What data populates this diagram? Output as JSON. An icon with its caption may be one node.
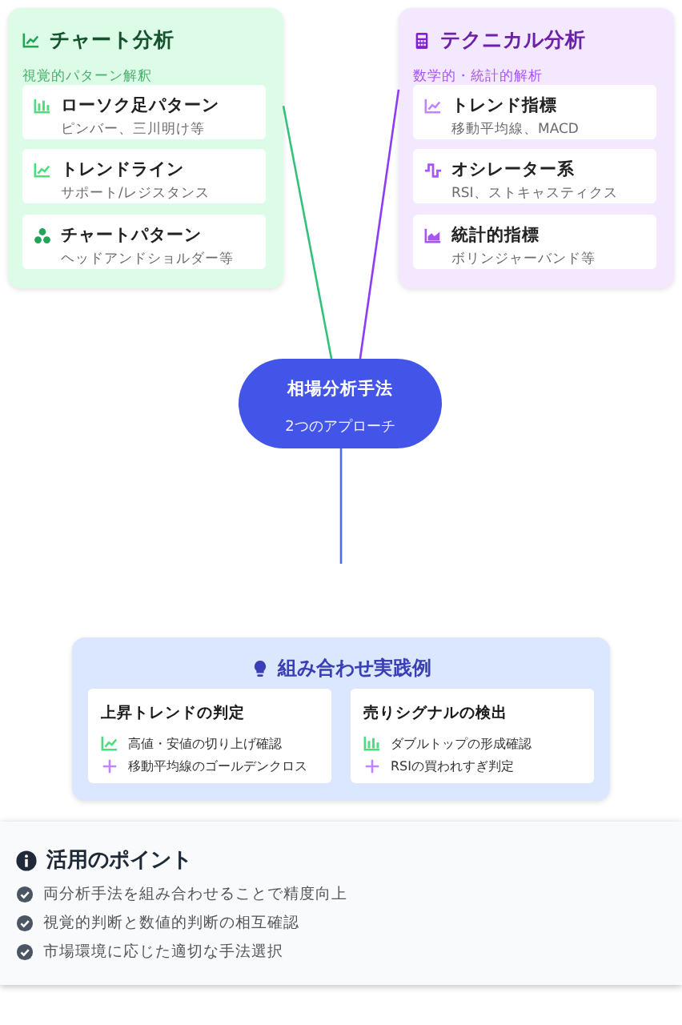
{
  "diagram": {
    "nodes": [
      {
        "text": [
          "チャート分析",
          "視覚的パターン解釈"
        ]
      },
      {
        "text": [
          "ローソク足パターン",
          "ピンバー、三川明け等"
        ],
        "in": 0
      },
      {
        "text": [
          "トレンドライン",
          "サポート/レジスタンス"
        ],
        "in": 0
      },
      {
        "text": [
          "チャートパターン",
          "ヘッドアンドショルダー等"
        ],
        "in": 0
      },
      {
        "text": [
          "テクニカル分析",
          "数学的・統計的解析"
        ]
      },
      {
        "text": [
          "トレンド指標",
          "移動平均線、MACD"
        ],
        "in": 4
      },
      {
        "text": [
          "オシレーター系",
          "RSI、ストキャスティクス"
        ],
        "in": 4
      },
      {
        "text": [
          "統計的指標",
          "ボリンジャーバンド等"
        ],
        "in": 4
      },
      {
        "text": [
          "相場分析手法",
          "2つのアプローチ"
        ]
      },
      {
        "text": [
          "組み合わせ実践例"
        ]
      },
      {
        "text": [
          "上昇トレンドの判定",
          "高値・安値の切り上げ確認",
          "移動平均線のゴールデンクロス"
        ],
        "in": 9
      },
      {
        "text": [
          "売りシグナルの検出",
          "ダブルトップの形成確認",
          "RSIの買われすぎ判定"
        ],
        "in": 9
      },
      {
        "text": [
          "活用のポイント",
          "両分析手法を組み合わせることで精度向上",
          "視覚的判断と数値的判断の相互確認",
          "市場環境に応じた適切な手法選択"
        ]
      }
    ],
    "edges": [
      {
        "from": 0,
        "to": 8,
        "arrow": "none",
        "color": "#34c17b"
      },
      {
        "from": 4,
        "to": 8,
        "arrow": "none",
        "color": "#8b3cf7"
      },
      {
        "from": 8,
        "to": null,
        "arrow": "none",
        "color": "#4f6bf0"
      }
    ]
  }
}
